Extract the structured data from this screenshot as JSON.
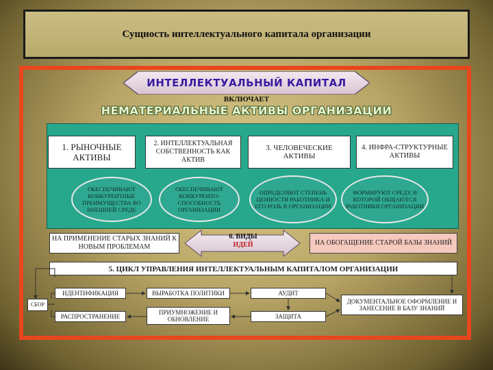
{
  "title": "Сущность интеллектуального капитала организации",
  "banner": "ИНТЕЛЛЕКТУАЛЬНЫЙ КАПИТАЛ",
  "includes": "ВКЛЮЧАЕТ",
  "heading": "НЕМАТЕРИАЛЬНЫЕ АКТИВЫ ОРГАНИЗАЦИИ",
  "assets": {
    "a1": "1. РЫНОЧНЫЕ АКТИВЫ",
    "a2": "2. ИНТЕЛЛЕКТУАЛЬНАЯ СОБСТВЕННОСТЬ КАК АКТИВ",
    "a3": "3. ЧЕЛОВЕЧЕСКИЕ АКТИВЫ",
    "a4": "4. ИНФРА-СТРУКТУРНЫЕ АКТИВЫ"
  },
  "ovals": {
    "o1": "ОБЕСПЕЧИВАЮТ КОНКУРЕНТНЫЕ ПРЕИМУЩЕСТВА ВО ВНЕШНЕЙ СРЕДЕ",
    "o2": "ОБЕСПЕЧИВАЮТ КОНКУРЕНТО-СПОСОБНОСТЬ ОРГАНИЗАЦИИ",
    "o3": "ОПРЕДЕЛЯЮТ СТЕПЕНЬ ЦЕННОСТИ РАБОТНИКА И ЕГО РОЛЬ В ОРГАНИЗАЦИИ",
    "o4": "ФОРМИРУЮТ СРЕДУ, В КОТОРОЙ ОБЩАЮТСЯ РАБОТНИКИ ОРГАНИЗАЦИИ"
  },
  "ideas": {
    "left": "НА ПРИМЕНЕНИЕ СТАРЫХ ЗНАНИЙ К НОВЫМ ПРОБЛЕМАМ",
    "center_prefix": "6. ВИДЫ",
    "center_word": "ИДЕЙ",
    "right": "НА ОБОГАЩЕНИЕ СТАРОЙ БАЗЫ ЗНАНИЙ"
  },
  "cycle": {
    "title": "5. ЦИКЛ УПРАВЛЕНИЯ ИНТЕЛЛЕКТУАЛЬНЫМ КАПИТАЛОМ ОРГАНИЗАЦИИ",
    "collect": "СБОР",
    "identification": "ИДЕНТИФИКАЦИЯ",
    "distribution": "РАСПРОСТРАНЕНИЕ",
    "policy": "ВЫРАБОТКА ПОЛИТИКИ",
    "multiply": "ПРИУМНОЖЕНИЕ И ОБНОВЛЕНИЕ",
    "audit": "АУДИТ",
    "protection": "ЗАЩИТА",
    "documentation": "ДОКУМЕНТАЛЬНОЕ ОФОРМЛЕНИЕ И ЗАНЕСЕНИЕ В БАЗУ ЗНАНИЙ"
  },
  "colors": {
    "frame": "#e8471e",
    "panel": "#27a88c",
    "banner_text": "#3a1aa0",
    "ideas_accent": "#c41e1e"
  }
}
